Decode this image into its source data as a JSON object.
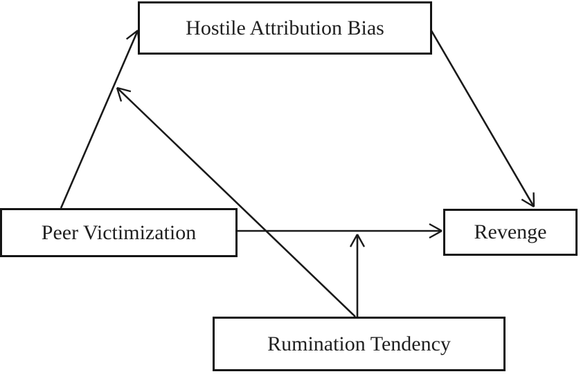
{
  "diagram": {
    "kind": "moderated-mediation-model",
    "nodes": {
      "hostile_attribution_bias": {
        "label": "Hostile Attribution Bias",
        "role": "mediator"
      },
      "peer_victimization": {
        "label": "Peer Victimization",
        "role": "predictor"
      },
      "revenge": {
        "label": "Revenge",
        "role": "outcome"
      },
      "rumination_tendency": {
        "label": "Rumination Tendency",
        "role": "moderator"
      }
    },
    "edges": [
      {
        "id": "pv-hab",
        "from": "peer_victimization",
        "to": "hostile_attribution_bias",
        "kind": "path"
      },
      {
        "id": "hab-revenge",
        "from": "hostile_attribution_bias",
        "to": "revenge",
        "kind": "path"
      },
      {
        "id": "pv-revenge",
        "from": "peer_victimization",
        "to": "revenge",
        "kind": "path"
      },
      {
        "id": "rum-on-pv-hab",
        "from": "rumination_tendency",
        "to": "edge:pv-hab",
        "kind": "moderation"
      },
      {
        "id": "rum-on-pv-revenge",
        "from": "rumination_tendency",
        "to": "edge:pv-revenge",
        "kind": "moderation"
      }
    ],
    "colors": {
      "background": "#ffffff",
      "line": "#1a1a1a",
      "box_border": "#141414",
      "text": "#1f1f1f"
    }
  }
}
